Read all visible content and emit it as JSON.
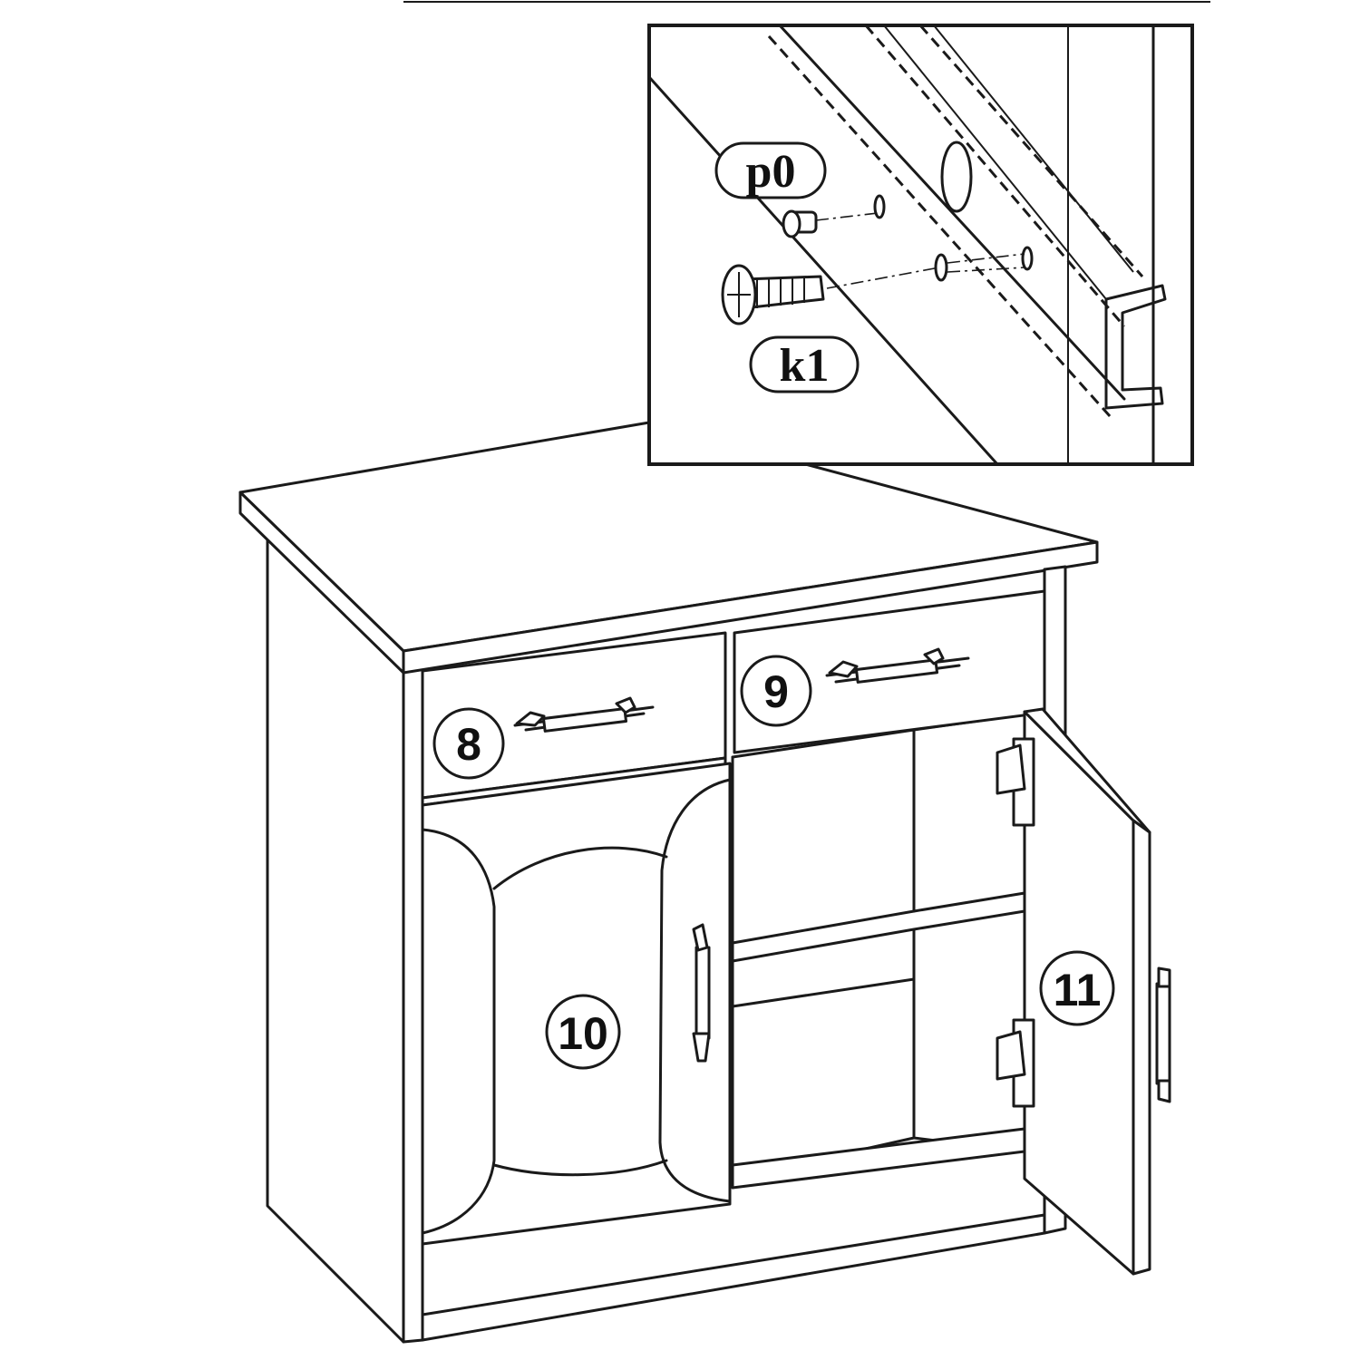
{
  "diagram": {
    "part_labels": {
      "drawer_left": "8",
      "drawer_right": "9",
      "door_left": "10",
      "door_right": "11"
    },
    "inset_labels": {
      "pin": "p0",
      "screw": "k1"
    }
  }
}
